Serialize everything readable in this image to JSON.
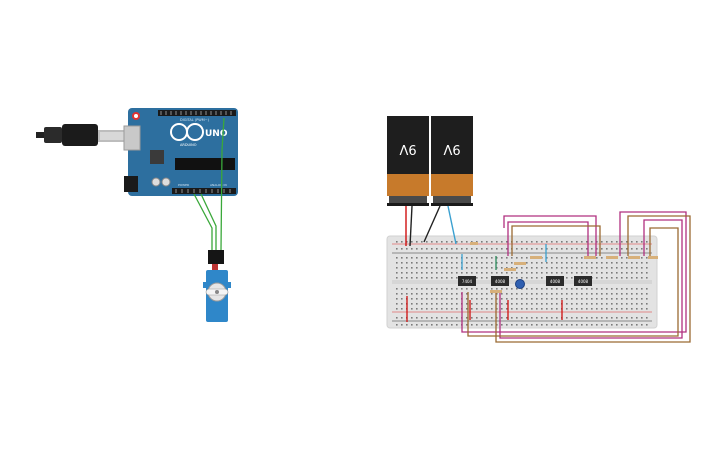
{
  "arduino": {
    "brand": "UNO",
    "sub": "ARDUINO",
    "header_top": "DIGITAL (PWM~)",
    "header_bottom_left": "POWER",
    "header_bottom_right": "ANALOG IN"
  },
  "batteries": [
    {
      "label": "9V"
    },
    {
      "label": "9V"
    }
  ],
  "chips": [
    {
      "label": "7404"
    },
    {
      "label": "4008"
    },
    {
      "label": "4008"
    },
    {
      "label": "4008"
    }
  ],
  "colors": {
    "arduino": "#2d6f9f",
    "breadboard": "#e3e3e3",
    "wire_green": "#3aa83a",
    "wire_purple": "#b0307f",
    "wire_brown": "#9a6a33",
    "wire_red": "#d01010",
    "wire_black": "#222222",
    "servo": "#2f87c9",
    "battery_top": "#1e1e1e",
    "battery_bottom": "#c77a2b"
  }
}
